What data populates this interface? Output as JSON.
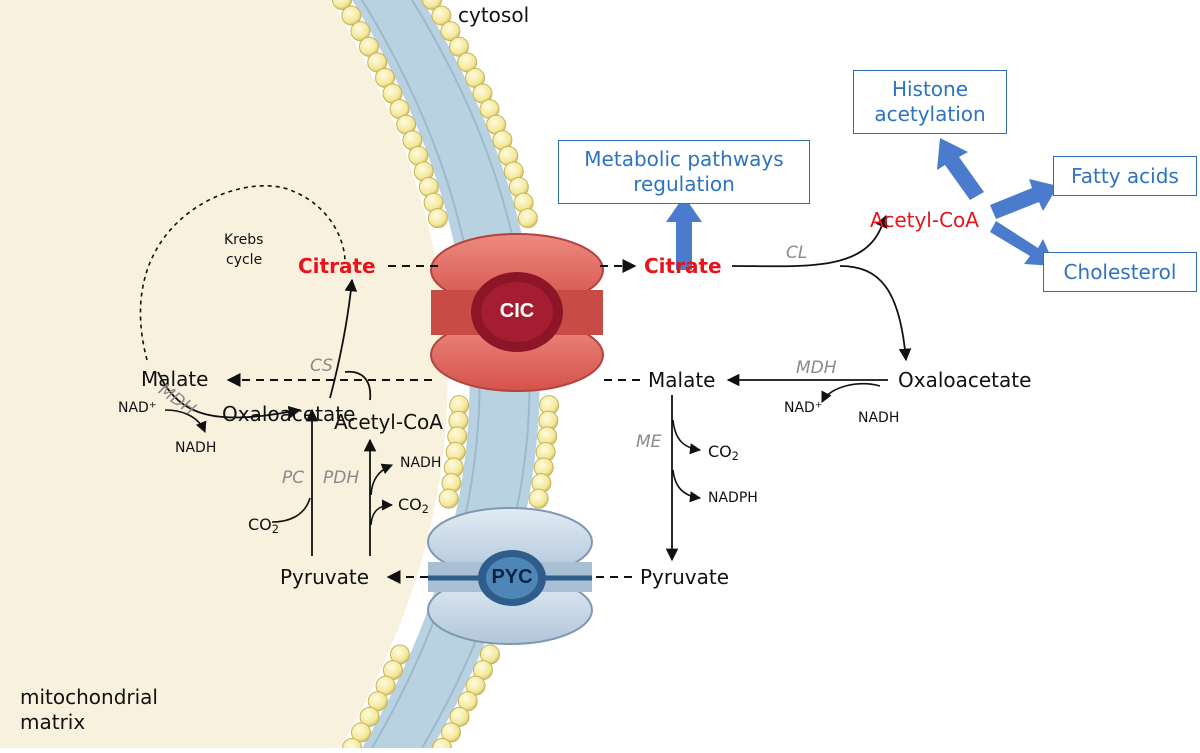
{
  "regions": {
    "cytosol": "cytosol",
    "matrix_line1": "mitochondrial",
    "matrix_line2": "matrix"
  },
  "transporters": {
    "cic": "CIC",
    "pyc": "PYC"
  },
  "matrix": {
    "krebs_line1": "Krebs",
    "krebs_line2": "cycle",
    "citrate": "Citrate",
    "malate": "Malate",
    "oxaloacetate": "Oxaloacetate",
    "acetyl_coa": "Acetyl-CoA",
    "pyruvate": "Pyruvate",
    "nad": "NAD",
    "nad_sup": "+",
    "nadh": "NADH",
    "nadh2": "NADH",
    "co2_a": "CO",
    "co2_a_sub": "2",
    "co2_b": "CO",
    "co2_b_sub": "2",
    "enzyme_cs": "CS",
    "enzyme_mdh": "MDH",
    "enzyme_pc": "PC",
    "enzyme_pdh": "PDH"
  },
  "cytosol_side": {
    "citrate": "Citrate",
    "malate": "Malate",
    "oxaloacetate": "Oxaloacetate",
    "pyruvate": "Pyruvate",
    "acetyl_coa": "Acetyl-CoA",
    "nad": "NAD",
    "nad_sup": "+",
    "nadh": "NADH",
    "co2": "CO",
    "co2_sub": "2",
    "nadph": "NADPH",
    "enzyme_cl": "CL",
    "enzyme_mdh": "MDH",
    "enzyme_me": "ME"
  },
  "outputs": {
    "metabolic_line1": "Metabolic pathways",
    "metabolic_line2": "regulation",
    "histone_line1": "Histone",
    "histone_line2": "acetylation",
    "fatty_acids": "Fatty acids",
    "cholesterol": "Cholesterol"
  },
  "colors": {
    "membrane_bead": "#f5eda0",
    "membrane_tail": "#a9c7d9",
    "matrix_fill": "#f8f1de",
    "cic_red": "#e0665d",
    "cic_dark": "#8c1528",
    "pyc_blue": "#c6d6e6",
    "pyc_dark": "#2e5d8c",
    "output_blue": "#4a7bcc",
    "highlight_red": "#e8141b"
  }
}
